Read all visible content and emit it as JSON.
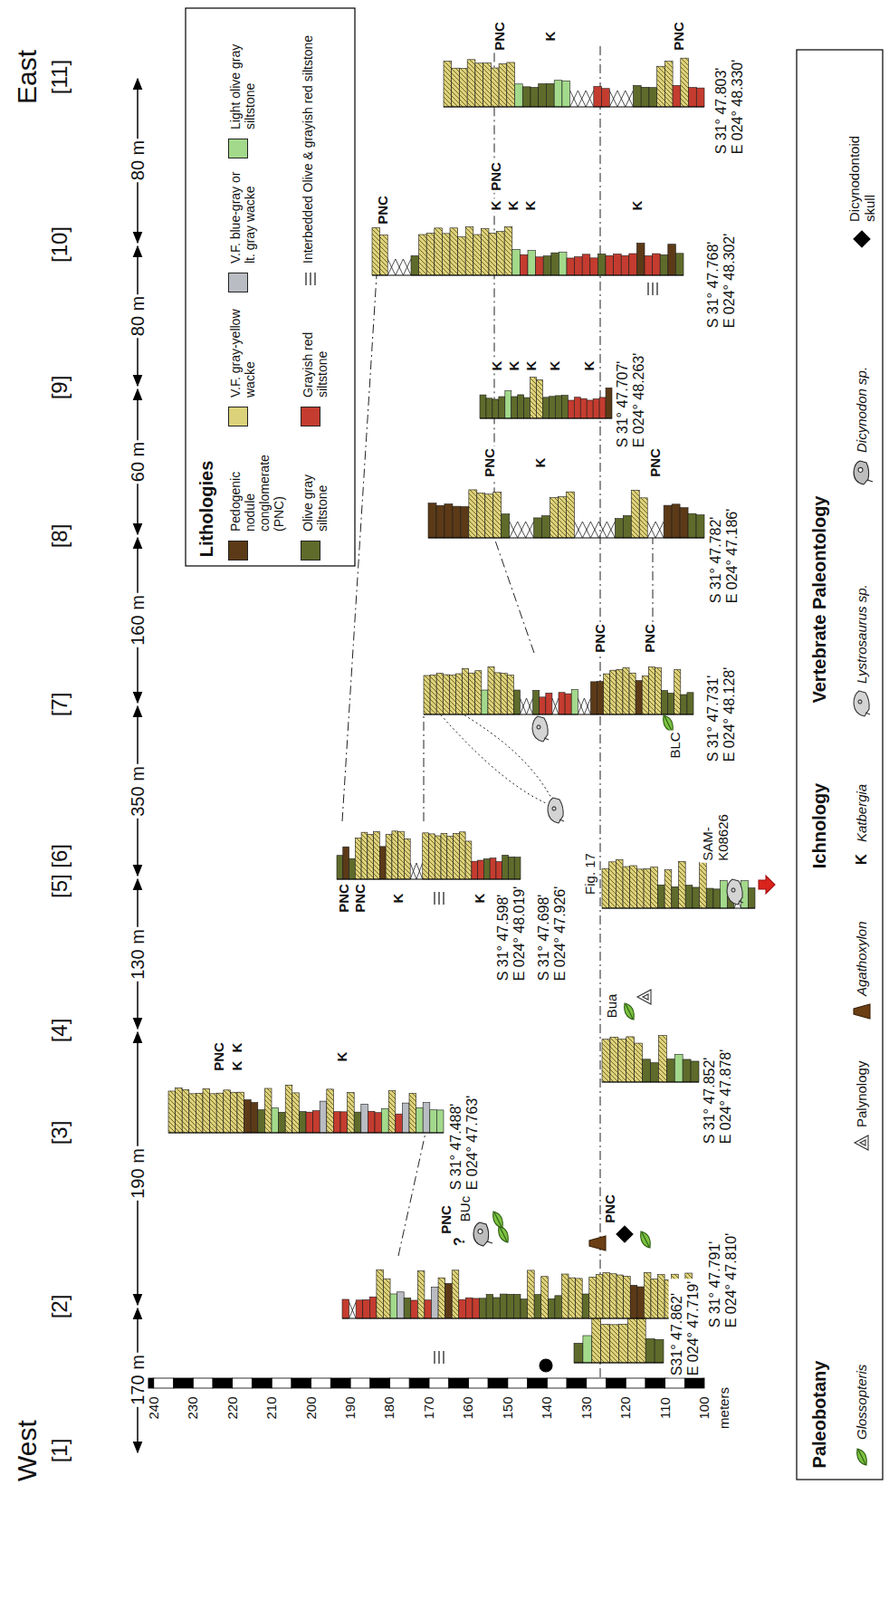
{
  "diagram": {
    "labels": [
      "West",
      "[1]",
      "170 m",
      "[2]",
      "190 m",
      "[3]",
      "[4]",
      "130 m",
      "[5] [6]",
      "350 m",
      "[7]",
      "160 m",
      "[8]",
      "60 m",
      "[9]",
      "80 m",
      "[10]",
      "80 m",
      "East",
      "[11]",
      "Lithologies",
      "240",
      "230",
      "220",
      "210",
      "200",
      "190",
      "180",
      "170",
      "160",
      "150",
      "140",
      "130",
      "120",
      "110",
      "100",
      "meters",
      "S31° 47.862' E 024° 47.719'",
      "S 31° 47.791' E 024° 47.810'",
      "S 31° 47.488' E 024° 47.763'",
      "S 31° 47.852' E 024° 47.878'",
      "S 31° 47.698' E 024° 47.926'",
      "S 31° 47.598' E 024° 48.019'",
      "S 31° 47.731' E 024° 48.128'",
      "S 31° 47.782' E 024° 47.186'",
      "S 31° 47.707' E 024° 48.263'",
      "S 31° 47.768' E 024° 48.302'",
      "S 31° 47.803' E 024° 48.330'",
      "PNC",
      "?",
      "BUc",
      "PNC",
      "PNC",
      "K",
      "K",
      "K",
      "Bua",
      "Fig. 17",
      "SAM-K08626",
      "PNC",
      "PNC",
      "K",
      "K",
      "PNC",
      "PNC",
      "BLC",
      "PNC",
      "K",
      "PNC",
      "K",
      "K",
      "K",
      "K",
      "K",
      "PNC",
      "K",
      "PNC",
      "K",
      "K",
      "K",
      "PNC",
      "K",
      "PNC",
      "Paleobotany",
      "Ichnology",
      "K",
      "Vertebrate Paleontology"
    ],
    "legend": [
      {
        "text": "Pedogenic nodule conglomerate (PNC)",
        "color": "#5c3a17"
      },
      {
        "text": "V.F. gray-yellow wacke",
        "color": "#dcd27a"
      },
      {
        "text": "V.F. blue-gray or lt. gray wacke",
        "color": "#b9bcc2"
      },
      {
        "text": "Light olive gray siltstone",
        "color": "#a3d98b"
      },
      {
        "text": "Olive gray siltstone",
        "color": "#5e6b2b"
      },
      {
        "text": "Grayish red siltstone",
        "color": "#c43c2f"
      },
      {
        "text": "Interbedded Olive & grayish red siltstone"
      },
      {
        "text": "Glossopteris"
      },
      {
        "text": "Palynology"
      },
      {
        "text": "Agathoxylon"
      },
      {
        "text": "Katbergia"
      },
      {
        "text": "Lystrosaurus sp."
      },
      {
        "text": "Dicynodon sp."
      },
      {
        "text": "Dicynodontoid skull"
      }
    ]
  }
}
